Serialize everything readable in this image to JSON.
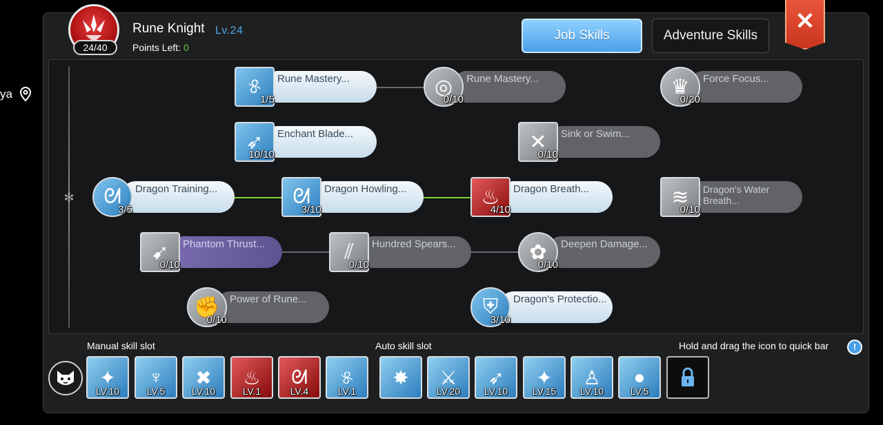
{
  "background": {
    "location_text": "ya"
  },
  "header": {
    "job_name": "Rune Knight",
    "job_level": "Lv.24",
    "points_badge": "24/40",
    "points_left_label": "Points Left:",
    "points_left_value": "0"
  },
  "tabs": {
    "job": "Job Skills",
    "adventure": "Adventure Skills"
  },
  "close_label": "✕",
  "skills": [
    {
      "name": "Rune Mastery...",
      "level": "1/5",
      "state": "unlocked",
      "icon": "rune-icon"
    },
    {
      "name": "Rune Mastery...",
      "level": "0/10",
      "state": "locked",
      "icon": "rune-circle-icon"
    },
    {
      "name": "Force Focus...",
      "level": "0/20",
      "state": "locked",
      "icon": "force-focus-icon"
    },
    {
      "name": "Enchant Blade...",
      "level": "10/10",
      "state": "unlocked",
      "icon": "blade-icon"
    },
    {
      "name": "Sink or Swim...",
      "level": "0/10",
      "state": "locked",
      "icon": "sink-swim-icon"
    },
    {
      "name": "Dragon Training...",
      "level": "3/5",
      "state": "unlocked",
      "icon": "dragon-icon"
    },
    {
      "name": "Dragon Howling...",
      "level": "3/10",
      "state": "unlocked",
      "icon": "dragon-howl-icon"
    },
    {
      "name": "Dragon Breath...",
      "level": "4/10",
      "state": "unlocked",
      "icon": "dragon-breath-icon"
    },
    {
      "name": "Dragon's Water Breath...",
      "level": "0/10",
      "state": "locked",
      "icon": "water-breath-icon"
    },
    {
      "name": "Phantom Thrust...",
      "level": "0/10",
      "state": "special",
      "icon": "phantom-thrust-icon"
    },
    {
      "name": "Hundred Spears...",
      "level": "0/10",
      "state": "locked",
      "icon": "spears-icon"
    },
    {
      "name": "Deepen Damage...",
      "level": "0/10",
      "state": "locked",
      "icon": "deepen-damage-icon"
    },
    {
      "name": "Power of Rune...",
      "level": "0/10",
      "state": "locked",
      "icon": "power-rune-icon"
    },
    {
      "name": "Dragon's Protectio...",
      "level": "3/10",
      "state": "unlocked",
      "icon": "shield-icon"
    }
  ],
  "manual_slot_label": "Manual skill slot",
  "auto_slot_label": "Auto skill slot",
  "hint_text": "Hold and drag the icon to quick bar",
  "hint_icon": "!",
  "manual_slots": [
    {
      "level": "LV.10",
      "icon": "sparkle-orb-icon",
      "color": "blue"
    },
    {
      "level": "LV.5",
      "icon": "spirit-icon",
      "color": "blue"
    },
    {
      "level": "LV.10",
      "icon": "cross-slash-icon",
      "color": "blue"
    },
    {
      "level": "LV.1",
      "icon": "fire-aura-icon",
      "color": "red"
    },
    {
      "level": "LV.4",
      "icon": "dragon-breath-icon",
      "color": "red"
    },
    {
      "level": "LV.1",
      "icon": "rune-icon",
      "color": "blue"
    }
  ],
  "auto_slots": [
    {
      "level": "",
      "icon": "burst-icon",
      "color": "blue"
    },
    {
      "level": "LV.20",
      "icon": "sword-icon",
      "color": "blue"
    },
    {
      "level": "LV.10",
      "icon": "blade-icon",
      "color": "blue"
    },
    {
      "level": "LV.15",
      "icon": "sparkle-sword-icon",
      "color": "blue"
    },
    {
      "level": "LV.10",
      "icon": "figure-icon",
      "color": "blue"
    },
    {
      "level": "LV.5",
      "icon": "orb-icon",
      "color": "blue"
    }
  ],
  "glyphs": {
    "rune": "୫",
    "circle": "◎",
    "force": "♛",
    "blade": "➶",
    "sink": "✕",
    "dragon": "ᘛ",
    "fire": "♨",
    "water": "≋",
    "thrust": "➹",
    "spears": "⫽",
    "deepen": "✿",
    "power": "✊",
    "shield": "⛨",
    "sparkle": "✦",
    "spirit": "♆",
    "cross": "✖",
    "burst": "✸",
    "sword": "⚔",
    "figure": "♙",
    "orb": "●",
    "lock": "🔒"
  }
}
